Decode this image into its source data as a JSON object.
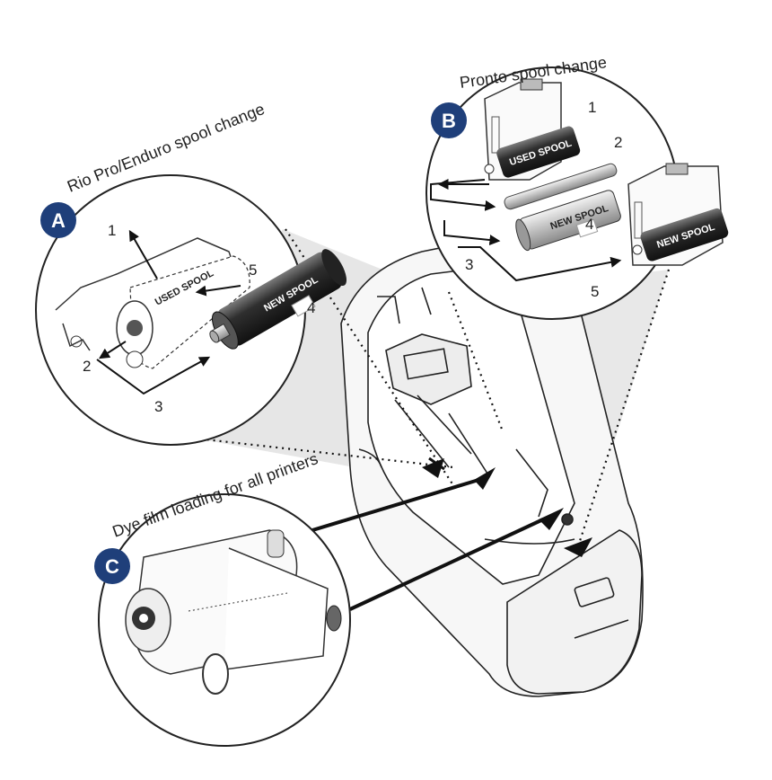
{
  "sections": {
    "a": {
      "badge": "A",
      "title": "Rio Pro/Enduro spool change"
    },
    "b": {
      "badge": "B",
      "title": "Pronto spool change"
    },
    "c": {
      "badge": "C",
      "title": "Dye film loading for all printers"
    }
  },
  "spool_labels": {
    "used": "USED SPOOL",
    "new": "NEW SPOOL"
  },
  "callouts_a": [
    "1",
    "2",
    "3",
    "4",
    "5"
  ],
  "callouts_b": [
    "1",
    "2",
    "3",
    "4",
    "5"
  ],
  "colors": {
    "badge": "#1f3f7a",
    "ink": "#222222",
    "spool_dark": "#3a3a3a"
  }
}
